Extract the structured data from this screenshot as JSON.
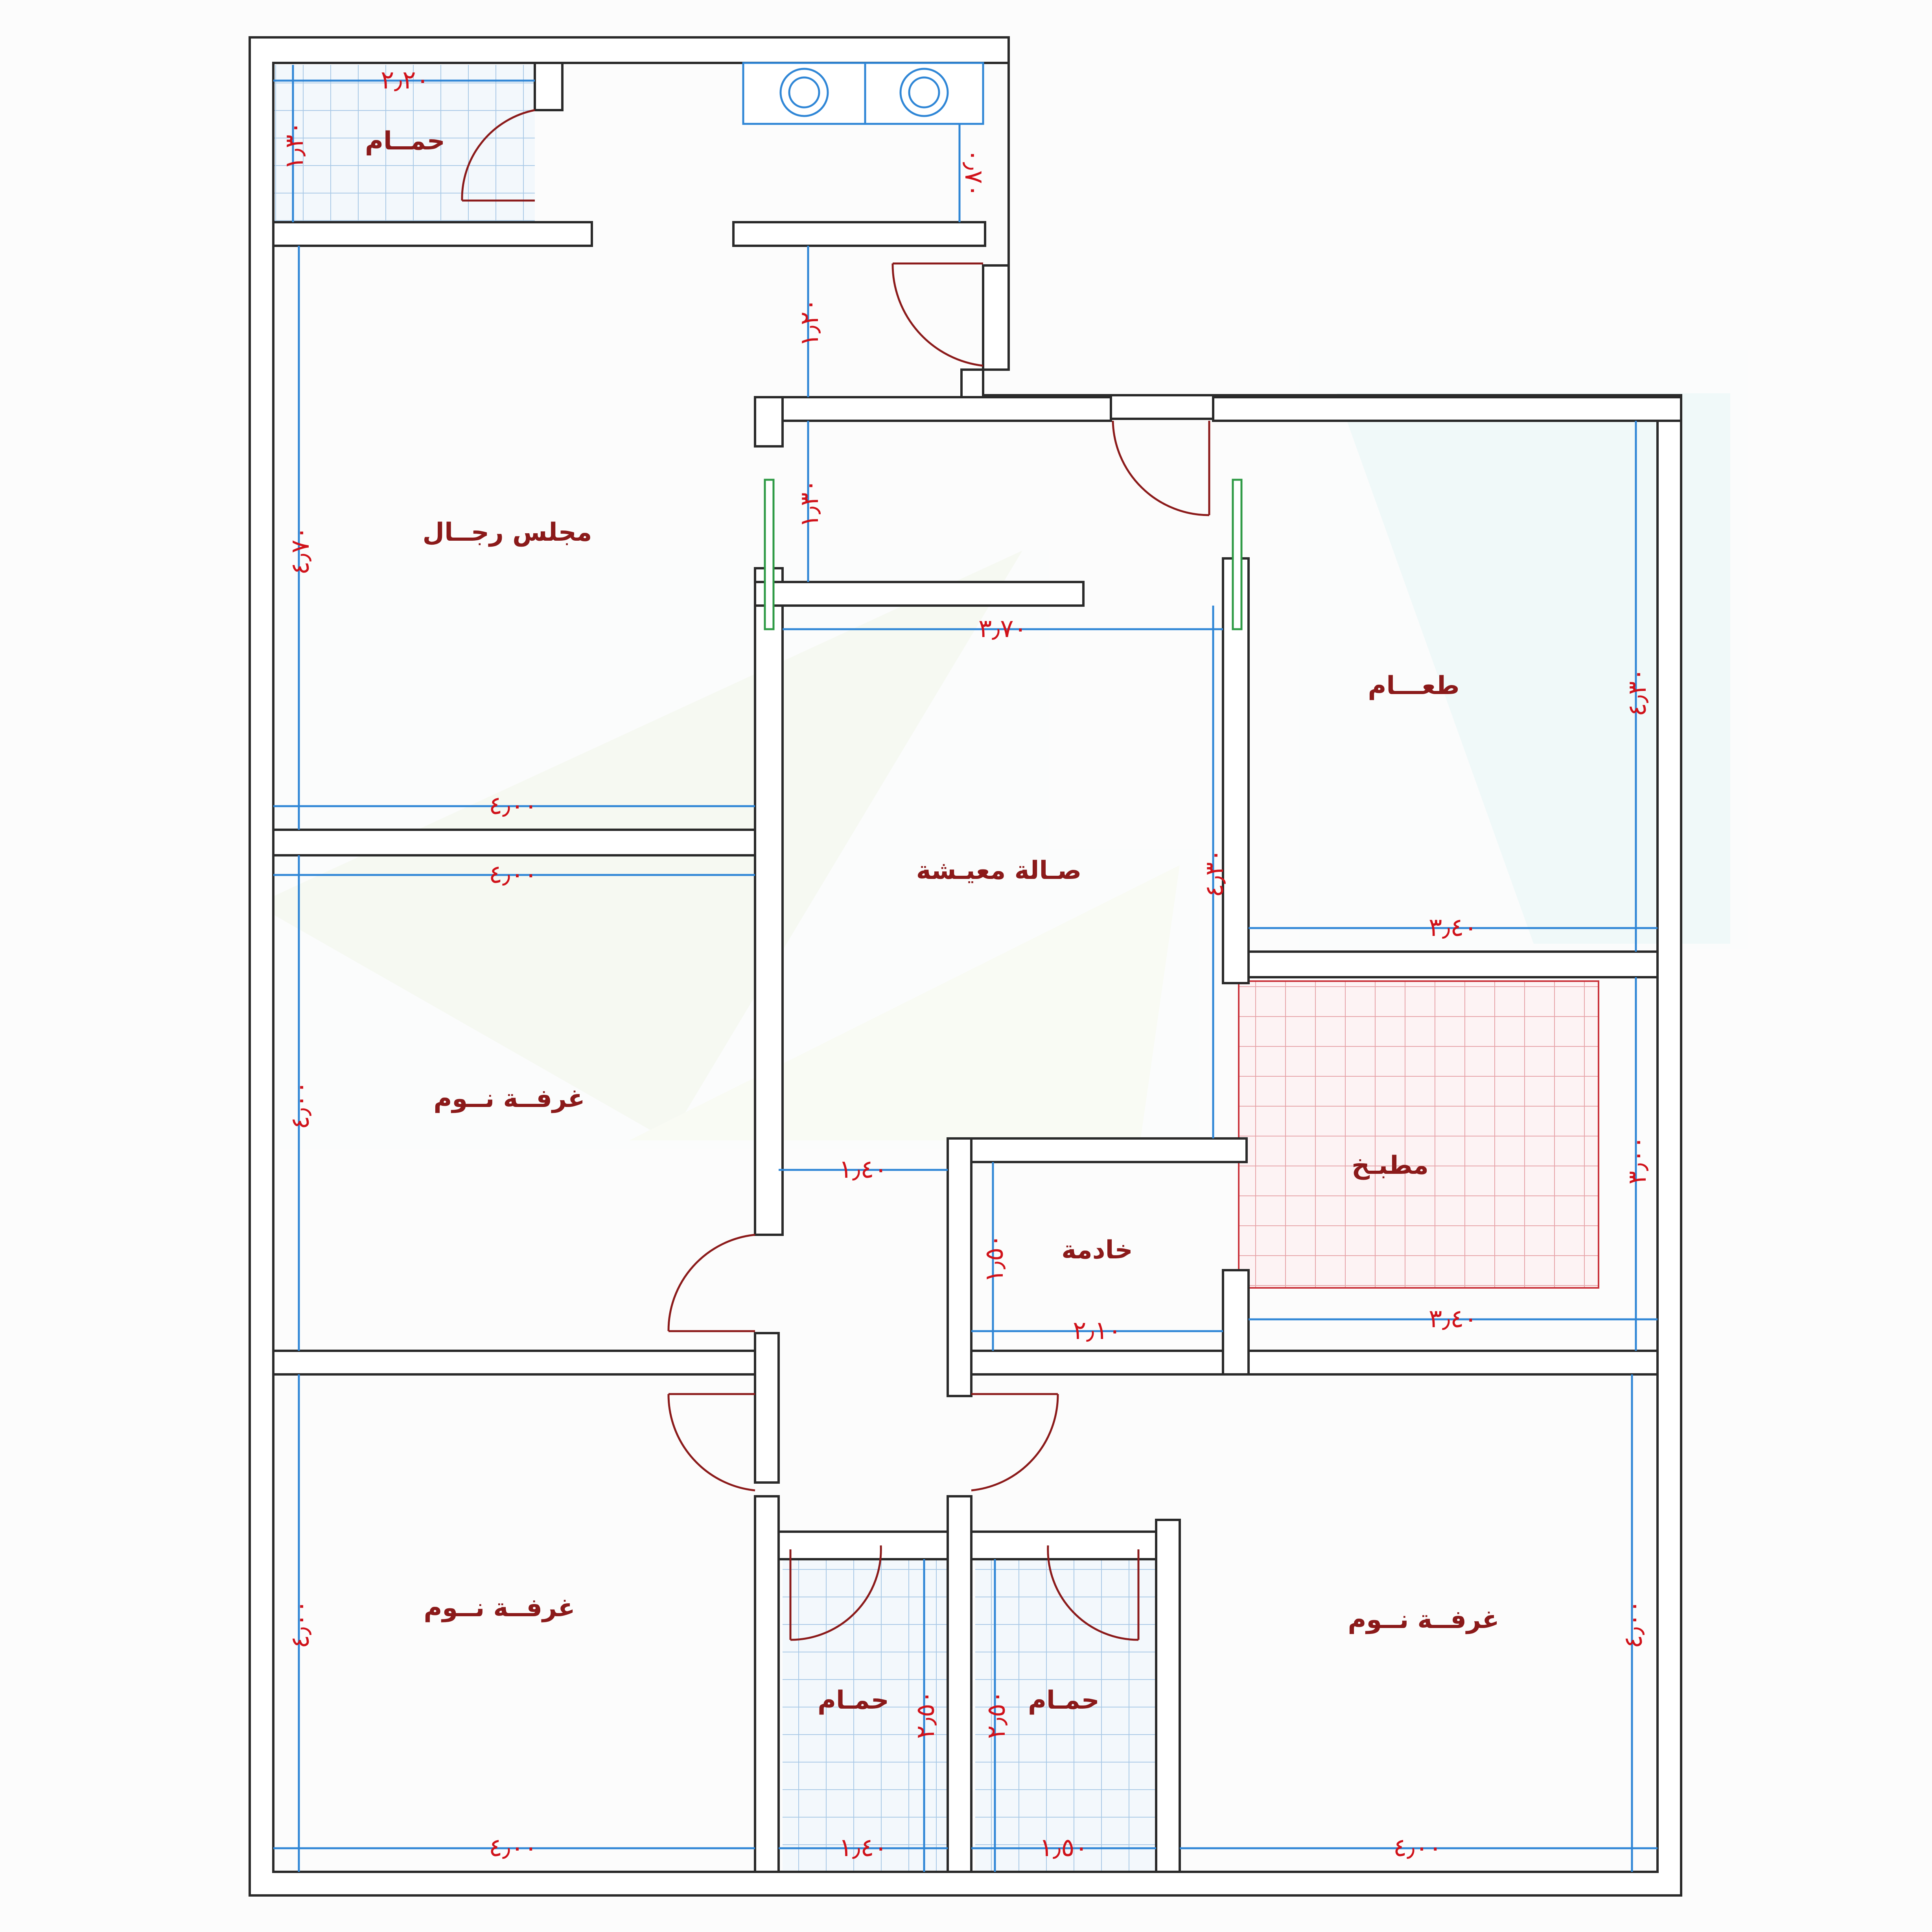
{
  "rooms": {
    "men_majlis": "مجلس رجــال",
    "bath_top": "حمــام",
    "dining": "طعـــام",
    "living_hall": "صـالة معيـشة",
    "bedroom_left_mid": "غرفــة نــوم",
    "kitchen": "مطبـخ",
    "maid_room": "خادمة",
    "bedroom_bottom_left": "غرفــة نــوم",
    "bath_bottom_left": "حمـام",
    "bath_bottom_right": "حمـام",
    "bedroom_bottom_right": "غرفــة نــوم"
  },
  "dimensions": {
    "bath_top_w": "٢٫٢٠",
    "bath_top_h": "١٫٣٠",
    "laundry_h": "٠٫٧٠",
    "corridor_h": "١٫٢٠",
    "entry_h": "١٫٣٠",
    "majlis_h": "٤٫٧٠",
    "majlis_w": "٤٫٠٠",
    "hall_w": "٣٫٧٠",
    "hall_h": "٤٫٣٠",
    "dining_h": "٤٫٣٠",
    "dining_w": "٣٫٤٠",
    "bed_mid_w": "٤٫٠٠",
    "bed_mid_h": "٤٫٠٠",
    "kitchen_h": "٣٫٠٠",
    "kitchen_w": "٣٫٤٠",
    "passage_w": "١٫٤٠",
    "maid_h": "١٫٥٠",
    "maid_w": "٢٫١٠",
    "bed_bl_h": "٤٫٠٠",
    "bed_bl_w": "٤٫٠٠",
    "bath_bl_h": "٢٫٥٠",
    "bath_bl_w": "١٫٤٠",
    "bath_br_h": "٢٫٥٠",
    "bath_br_w": "١٫٥٠",
    "bed_br_h": "٤٫٠٠",
    "bed_br_w": "٤٫٠٠"
  },
  "colors": {
    "wall": "#2a2a2a",
    "dimension_line": "#2f86d6",
    "dimension_text": "#d0121a",
    "room_text": "#8b1a1a",
    "door": "#8b1a1a",
    "wet_tile": "#a9c9e6",
    "kitchen_tile": "#e6a3a8",
    "window": "#2e9a45"
  }
}
